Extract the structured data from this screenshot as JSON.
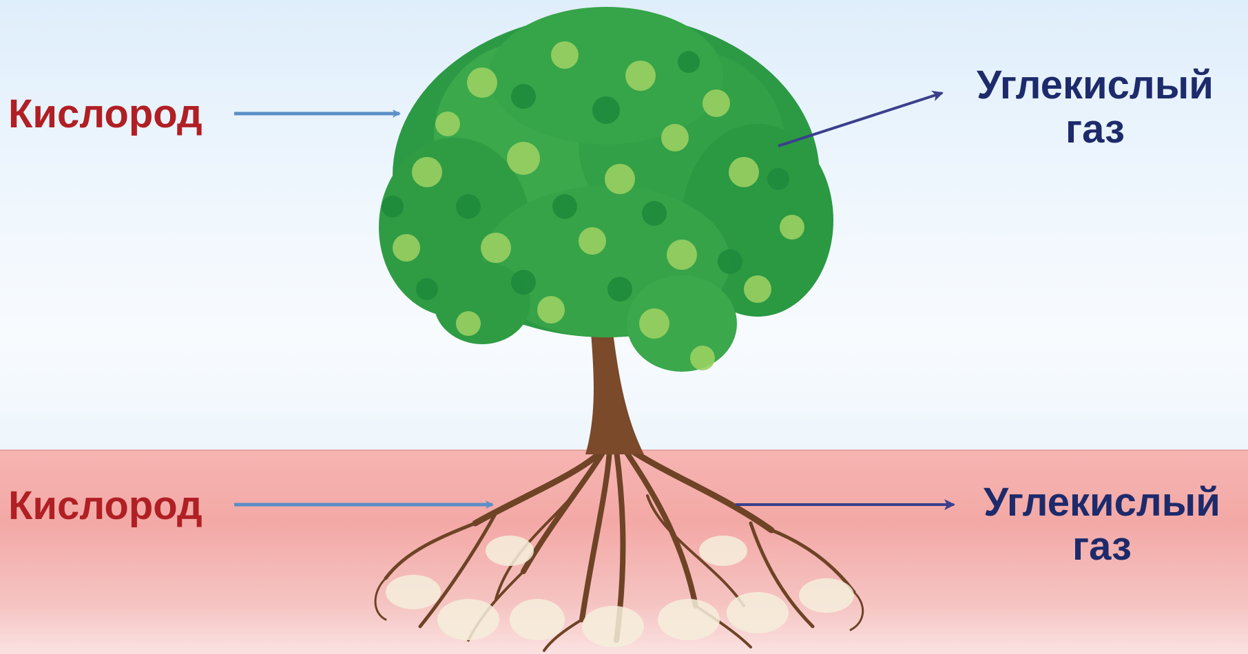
{
  "labels": {
    "oxygen_top": "Кислород",
    "co2_top_line1": "Углекислый",
    "co2_top_line2": "газ",
    "oxygen_bottom": "Кислород",
    "co2_bottom_line1": "Углекислый",
    "co2_bottom_line2": "газ"
  },
  "colors": {
    "oxygen_text": "#b01f24",
    "co2_text": "#1d2a6b",
    "oxygen_arrow": "#5b8fc7",
    "co2_arrow": "#3b3f8c",
    "sky": "#e6f1fb",
    "soil": "#f4aeab",
    "leaf_dark": "#1f9a45",
    "leaf_mid": "#3dae4a",
    "leaf_light": "#9bd063",
    "trunk": "#7b4a2a",
    "root_fill": "#f3ecd7"
  },
  "icons": [
    "tree-crown",
    "tree-trunk",
    "tree-roots"
  ]
}
